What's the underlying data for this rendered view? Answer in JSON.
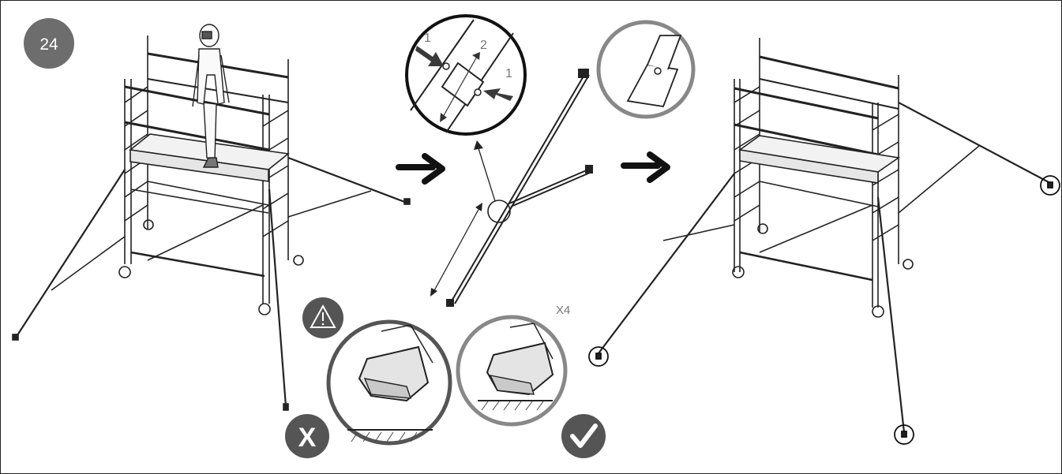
{
  "step": {
    "number": "24",
    "badge_color": "#6d6d6d"
  },
  "detail_pin": {
    "label_lock_a": "1",
    "label_slide": "2",
    "label_lock_b": "1"
  },
  "quantity": {
    "label": "X4"
  },
  "status": {
    "warning_icon": "warning-triangle-icon",
    "incorrect_icon": "cross-icon",
    "correct_icon": "checkmark-icon"
  },
  "colors": {
    "badge": "#6d6d6d",
    "circle_ring": "#8a8a8a",
    "line": "#222222"
  }
}
